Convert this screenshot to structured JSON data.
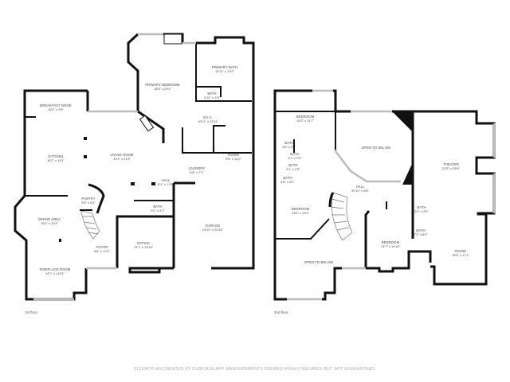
{
  "floors": [
    {
      "label": "1st floor",
      "rooms": [
        {
          "name": "BREAKFAST NOOK",
          "dims": "15'2\" x 9'5\""
        },
        {
          "name": "KITCHEN",
          "dims": "15'2\" x 19'1\""
        },
        {
          "name": "LIVING ROOM",
          "dims": "19'3\" x 21'8\""
        },
        {
          "name": "PRIMARY BEDROOM",
          "dims": "16'8\" x 29'4\""
        },
        {
          "name": "PRIMARY BATH",
          "dims": "13'11\" x 13'9\""
        },
        {
          "name": "BATH",
          "dims": "5'10\" x 2'9\""
        },
        {
          "name": "W.I.C.",
          "dims": "10'11\" x 12'11\""
        },
        {
          "name": "ROOM",
          "dims": "9'5\" x 14'0\""
        },
        {
          "name": "LAUNDRY",
          "dims": "8'6\" x 7'1\""
        },
        {
          "name": "HALL",
          "dims": "6'1\" x 17'6\""
        },
        {
          "name": "PANTRY",
          "dims": "5'5\" x 6'4\""
        },
        {
          "name": "BATH",
          "dims": "9'2\" x 4'1\""
        },
        {
          "name": "DINING AREA",
          "dims": "16'2\" x 10'5\""
        },
        {
          "name": "GARAGE",
          "dims": "19'10\" x 20'10\""
        },
        {
          "name": "OFFICE",
          "dims": "13'7\" x 13'10\""
        },
        {
          "name": "FOYER",
          "dims": "8'8\" x 17'5\""
        },
        {
          "name": "FIREPLACE ROOM",
          "dims": "14'7\" x 14'11\""
        }
      ]
    },
    {
      "label": "2nd floor",
      "rooms": [
        {
          "name": "BEDROOM",
          "dims": "15'2\" x 11'7\""
        },
        {
          "name": "OPEN TO BELOW",
          "dims": ""
        },
        {
          "name": "THEATER",
          "dims": "22'5\" x 25'9\""
        },
        {
          "name": "BATH",
          "dims": "4'8\" x 3'1\""
        },
        {
          "name": "BATH",
          "dims": "9'1\" x 2'5\""
        },
        {
          "name": "BATH",
          "dims": "9'1\" x 2'5\""
        },
        {
          "name": "BATH",
          "dims": "4'8\" x 3'1\""
        },
        {
          "name": "HALL",
          "dims": "20'10\" x 8'8\""
        },
        {
          "name": "BEDROOM",
          "dims": "13'9\" x 13'4\""
        },
        {
          "name": "BATH",
          "dims": "5'4\" x 3'9\""
        },
        {
          "name": "BATH",
          "dims": "7'2\" x 8'0\""
        },
        {
          "name": "BEDROOM",
          "dims": "13'7\" x 14'10\""
        },
        {
          "name": "ROOM",
          "dims": "13'5\" x 17'1\""
        },
        {
          "name": "OPEN TO BELOW",
          "dims": ""
        }
      ]
    }
  ],
  "footer": "FLOOR PLAN CREATED BY CUBICASA APP. MEASUREMENTS DEEMED HIGHLY RELIABLE BUT NOT GUARANTEED."
}
